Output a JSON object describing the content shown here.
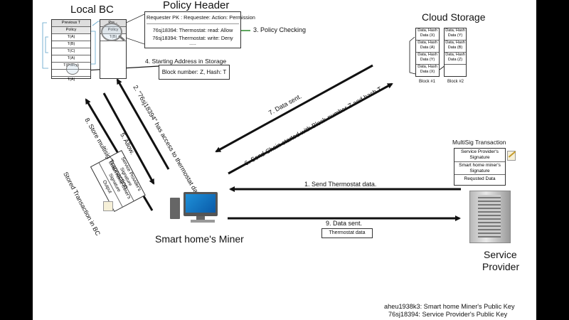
{
  "local_bc": {
    "title": "Local BC",
    "chain1": [
      "Previous T",
      "Policy",
      "T(A)",
      "T(B)",
      "T(C)",
      "T(A)",
      "T(Policy)",
      "",
      "T(A)"
    ],
    "chain2": [
      "Pre...",
      "Policy",
      "T(B)"
    ]
  },
  "policy_header": {
    "title": "Policy Header",
    "format": "Requester PK : Requestee: Action: Permission",
    "rows": [
      "76sj18394: Thermostat: read: Allow",
      "76sj18394: Thermostat: write: Deny"
    ],
    "more": "....."
  },
  "policy_checking": "3. Policy Checking",
  "starting_address": {
    "title": "4. Starting Address in Storage",
    "content": "Block number: Z,  Hash: T"
  },
  "cloud_storage": {
    "title": "Cloud Storage",
    "block1_cells": [
      "Data, Hash Data (X)",
      "Data, Hash Data (A)",
      "Data, Hash Data (Y)",
      "Data, Hash Data (X)"
    ],
    "block2_cells": [
      "Data, Hash Data (Y)",
      "Data, Hash Data (B)",
      "Data, Hash Data (Z)",
      ""
    ],
    "block1_label": "Block #1",
    "block2_label": "Block #2"
  },
  "multisig": {
    "title": "MultiSig Transaction",
    "rows": [
      "Service Provider's Signature",
      "Smart home miner's Signature",
      "Requsted Data"
    ]
  },
  "stored_tx": {
    "label": "Stored Transaction in BC",
    "rows": [
      "Service Provider's Signature",
      "Smart home miner's Signature",
      "Output"
    ]
  },
  "miner_label": "Smart home's Miner",
  "provider_label": [
    "Service",
    "Provider"
  ],
  "arrows": {
    "a1": "1. Send  Thermostat data.",
    "a2": "2. \"76sj18394\" has access to thermostat data?",
    "a5": "5. Allow.",
    "a6": "6. Send  Chain started with Block-number Z and hash T",
    "a7": "7. Data sent.",
    "a8": "8. Store multisig Transaction.",
    "a9": "9. Data sent."
  },
  "thermostat_box": "Thermostat data",
  "keys": [
    "aheu1938k3: Smart home Miner's Public Key",
    "76sj18394: Service Provider's Public Key"
  ]
}
